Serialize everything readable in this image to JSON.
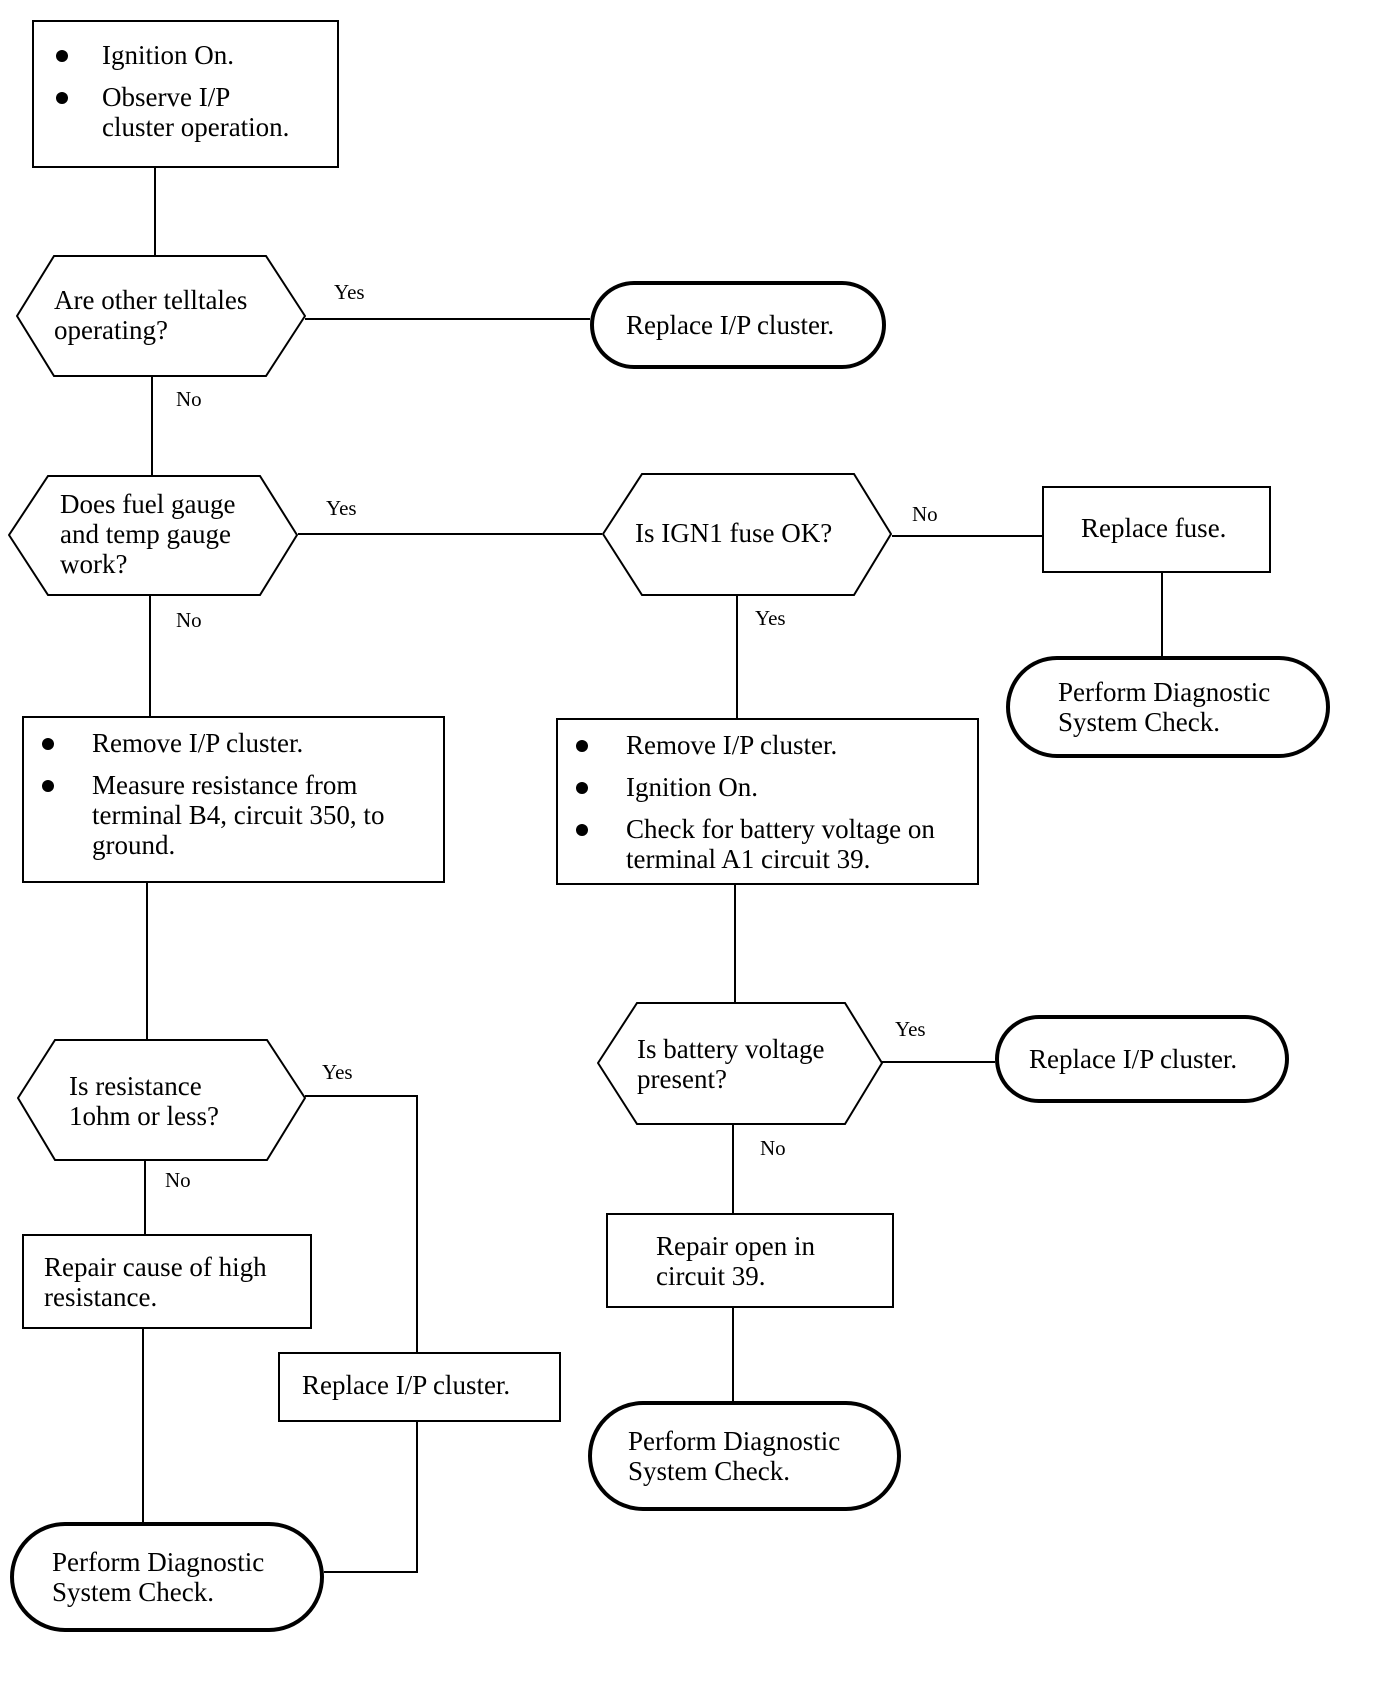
{
  "nodes": {
    "start": {
      "items": [
        [
          "Ignition On."
        ],
        [
          "Observe I/P",
          "cluster operation."
        ]
      ]
    },
    "q_telltales": {
      "lines": [
        "Are other telltales",
        "operating?"
      ]
    },
    "end_replace_cluster_top": {
      "lines": [
        "Replace I/P cluster."
      ]
    },
    "q_gauges": {
      "lines": [
        "Does fuel gauge",
        "and temp gauge",
        "work?"
      ]
    },
    "q_fuse": {
      "lines": [
        "Is IGN1 fuse OK?"
      ]
    },
    "replace_fuse": {
      "lines": [
        "Replace fuse."
      ]
    },
    "end_diag_fuse": {
      "lines": [
        "Perform Diagnostic",
        "System Check."
      ]
    },
    "measure_resistance": {
      "items": [
        [
          "Remove I/P cluster."
        ],
        [
          "Measure resistance from",
          "terminal B4, circuit 350, to",
          "ground."
        ]
      ]
    },
    "check_voltage": {
      "items": [
        [
          "Remove I/P cluster."
        ],
        [
          "Ignition On."
        ],
        [
          "Check for battery voltage on",
          "terminal A1 circuit 39."
        ]
      ]
    },
    "q_resistance": {
      "lines": [
        "Is resistance",
        "1ohm or less?"
      ]
    },
    "q_voltage": {
      "lines": [
        "Is battery voltage",
        "present?"
      ]
    },
    "end_replace_cluster_right": {
      "lines": [
        "Replace I/P cluster."
      ]
    },
    "repair_resistance": {
      "lines": [
        "Repair cause of high",
        "resistance."
      ]
    },
    "replace_cluster_low": {
      "lines": [
        "Replace I/P cluster."
      ]
    },
    "repair_open": {
      "lines": [
        "Repair open in",
        "circuit 39."
      ]
    },
    "end_diag_mid": {
      "lines": [
        "Perform Diagnostic",
        "System Check."
      ]
    },
    "end_diag_left": {
      "lines": [
        "Perform Diagnostic",
        "System Check."
      ]
    }
  },
  "edge_labels": {
    "telltales_yes": "Yes",
    "telltales_no": "No",
    "gauges_yes": "Yes",
    "gauges_no": "No",
    "fuse_no": "No",
    "fuse_yes": "Yes",
    "resistance_yes": "Yes",
    "resistance_no": "No",
    "voltage_yes": "Yes",
    "voltage_no": "No"
  }
}
